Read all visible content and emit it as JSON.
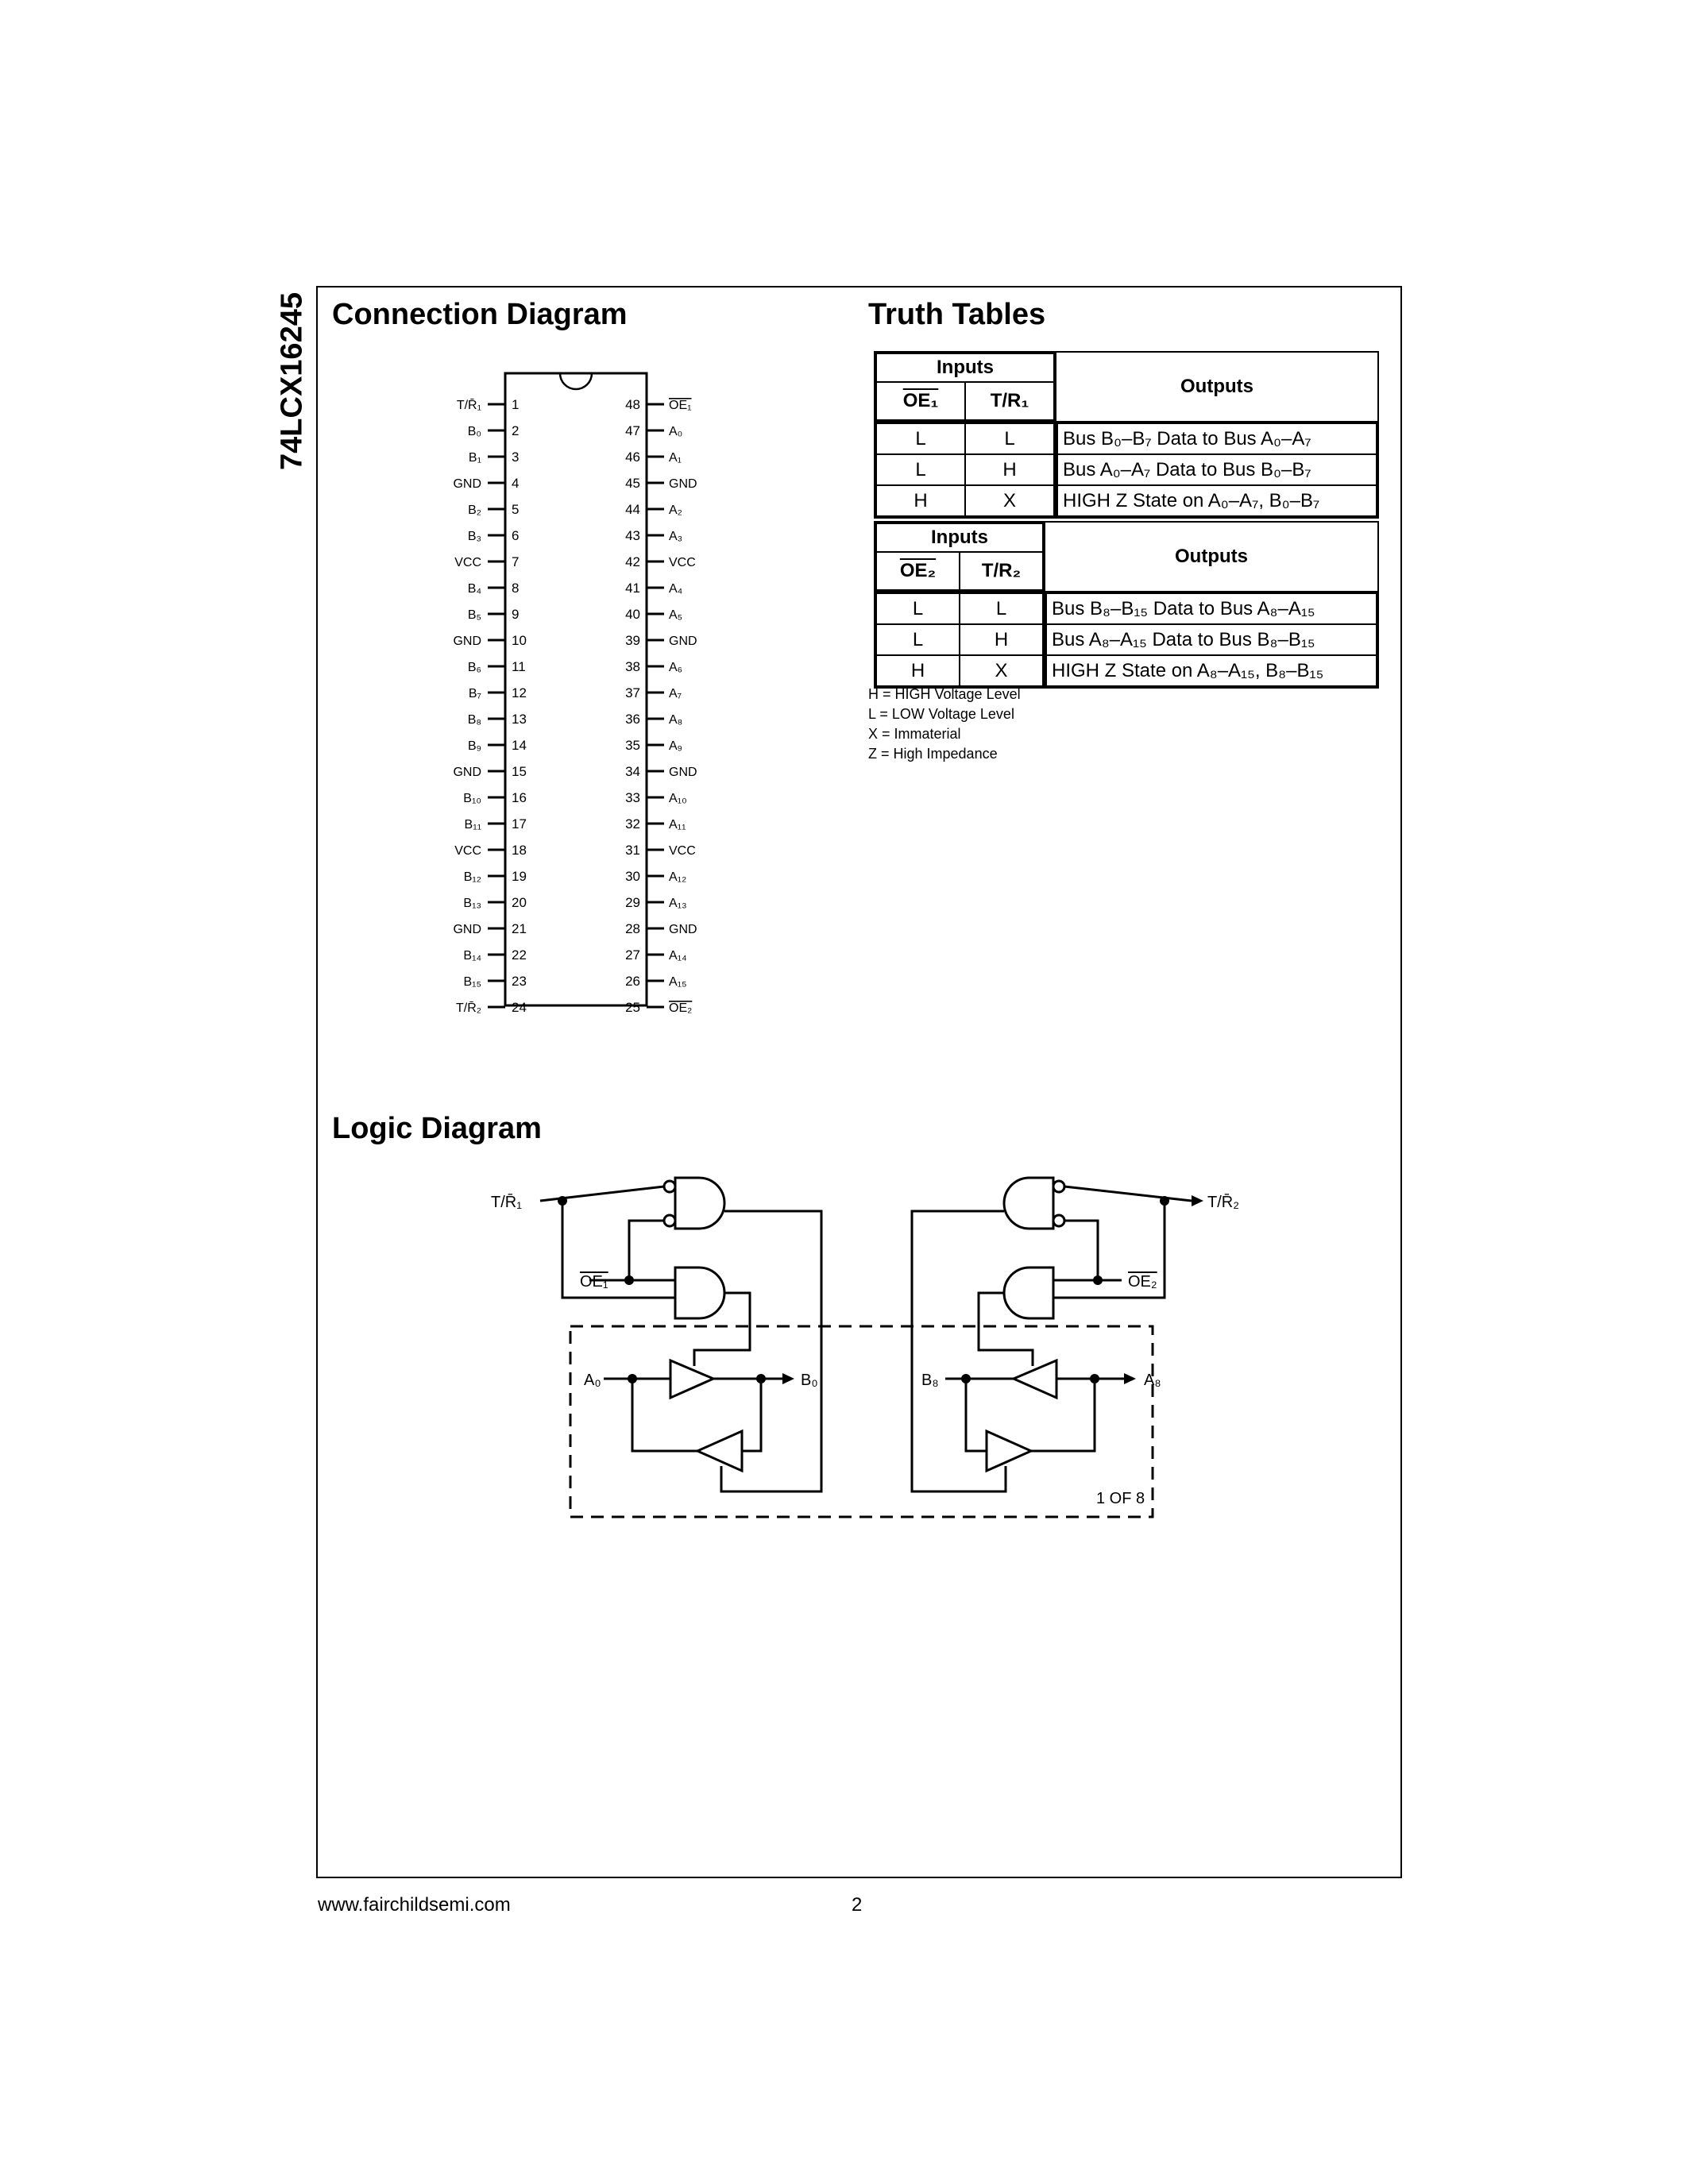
{
  "side_title": "74LCX16245",
  "headings": {
    "connection": "Connection Diagram",
    "truth": "Truth Tables",
    "logic": "Logic Diagram"
  },
  "pins_left": [
    {
      "n": "1",
      "label": "T/R̄₁"
    },
    {
      "n": "2",
      "label": "B₀"
    },
    {
      "n": "3",
      "label": "B₁"
    },
    {
      "n": "4",
      "label": "GND"
    },
    {
      "n": "5",
      "label": "B₂"
    },
    {
      "n": "6",
      "label": "B₃"
    },
    {
      "n": "7",
      "label": "VCC"
    },
    {
      "n": "8",
      "label": "B₄"
    },
    {
      "n": "9",
      "label": "B₅"
    },
    {
      "n": "10",
      "label": "GND"
    },
    {
      "n": "11",
      "label": "B₆"
    },
    {
      "n": "12",
      "label": "B₇"
    },
    {
      "n": "13",
      "label": "B₈"
    },
    {
      "n": "14",
      "label": "B₉"
    },
    {
      "n": "15",
      "label": "GND"
    },
    {
      "n": "16",
      "label": "B₁₀"
    },
    {
      "n": "17",
      "label": "B₁₁"
    },
    {
      "n": "18",
      "label": "VCC"
    },
    {
      "n": "19",
      "label": "B₁₂"
    },
    {
      "n": "20",
      "label": "B₁₃"
    },
    {
      "n": "21",
      "label": "GND"
    },
    {
      "n": "22",
      "label": "B₁₄"
    },
    {
      "n": "23",
      "label": "B₁₅"
    },
    {
      "n": "24",
      "label": "T/R̄₂"
    }
  ],
  "pins_right": [
    {
      "n": "48",
      "label": "OE₁"
    },
    {
      "n": "47",
      "label": "A₀"
    },
    {
      "n": "46",
      "label": "A₁"
    },
    {
      "n": "45",
      "label": "GND"
    },
    {
      "n": "44",
      "label": "A₂"
    },
    {
      "n": "43",
      "label": "A₃"
    },
    {
      "n": "42",
      "label": "VCC"
    },
    {
      "n": "41",
      "label": "A₄"
    },
    {
      "n": "40",
      "label": "A₅"
    },
    {
      "n": "39",
      "label": "GND"
    },
    {
      "n": "38",
      "label": "A₆"
    },
    {
      "n": "37",
      "label": "A₇"
    },
    {
      "n": "36",
      "label": "A₈"
    },
    {
      "n": "35",
      "label": "A₉"
    },
    {
      "n": "34",
      "label": "GND"
    },
    {
      "n": "33",
      "label": "A₁₀"
    },
    {
      "n": "32",
      "label": "A₁₁"
    },
    {
      "n": "31",
      "label": "VCC"
    },
    {
      "n": "30",
      "label": "A₁₂"
    },
    {
      "n": "29",
      "label": "A₁₃"
    },
    {
      "n": "28",
      "label": "GND"
    },
    {
      "n": "27",
      "label": "A₁₄"
    },
    {
      "n": "26",
      "label": "A₁₅"
    },
    {
      "n": "25",
      "label": "OE₂"
    }
  ],
  "truth_table_1": {
    "inputs_label": "Inputs",
    "outputs_label": "Outputs",
    "col_oe": "OE₁",
    "col_tr": "T/R₁",
    "rows": [
      {
        "oe": "L",
        "tr": "L",
        "out": "Bus B₀–B₇ Data to Bus A₀–A₇"
      },
      {
        "oe": "L",
        "tr": "H",
        "out": "Bus A₀–A₇ Data to Bus B₀–B₇"
      },
      {
        "oe": "H",
        "tr": "X",
        "out": "HIGH Z State on A₀–A₇, B₀–B₇"
      }
    ]
  },
  "truth_table_2": {
    "inputs_label": "Inputs",
    "outputs_label": "Outputs",
    "col_oe": "OE₂",
    "col_tr": "T/R₂",
    "rows": [
      {
        "oe": "L",
        "tr": "L",
        "out": "Bus B₈–B₁₅ Data to Bus A₈–A₁₅"
      },
      {
        "oe": "L",
        "tr": "H",
        "out": "Bus A₈–A₁₅ Data to Bus B₈–B₁₅"
      },
      {
        "oe": "H",
        "tr": "X",
        "out": "HIGH Z State on A₈–A₁₅, B₈–B₁₅"
      }
    ]
  },
  "legend": [
    "H = HIGH Voltage Level",
    "L = LOW Voltage Level",
    "X = Immaterial",
    "Z = High Impedance"
  ],
  "logic_labels": {
    "tr1": "T/R̄₁",
    "oe1": "OE₁",
    "a0": "A₀",
    "b0": "B₀",
    "tr2": "T/R̄₂",
    "oe2": "OE₂",
    "b8": "B₈",
    "a8": "A₈",
    "one_of_8": "1 OF 8"
  },
  "footer": {
    "url": "www.fairchildsemi.com",
    "page": "2"
  }
}
